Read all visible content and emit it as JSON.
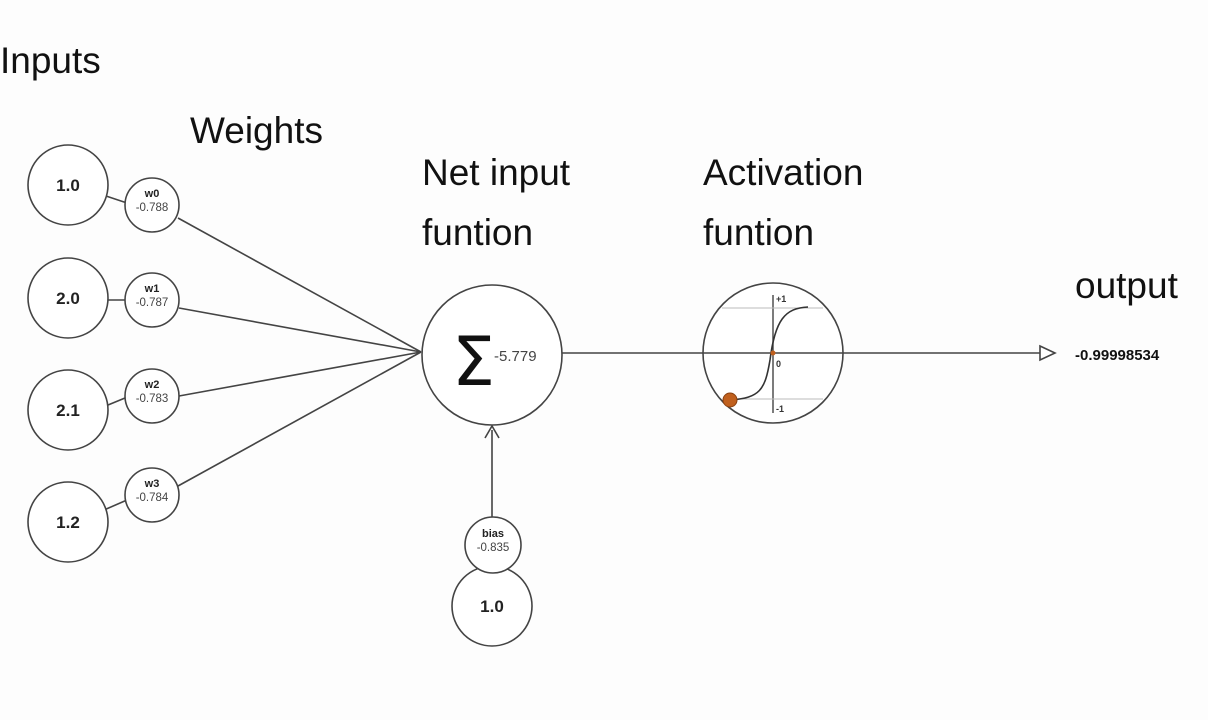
{
  "labels": {
    "inputs": "Inputs",
    "weights": "Weights",
    "net_input_line1": "Net input",
    "net_input_line2": "funtion",
    "activation_line1": "Activation",
    "activation_line2": "funtion",
    "output": "output"
  },
  "inputs": [
    "1.0",
    "2.0",
    "2.1",
    "1.2"
  ],
  "weights": [
    {
      "name": "w0",
      "value": "-0.788"
    },
    {
      "name": "w1",
      "value": "-0.787"
    },
    {
      "name": "w2",
      "value": "-0.783"
    },
    {
      "name": "w3",
      "value": "-0.784"
    }
  ],
  "bias": {
    "name": "bias",
    "value": "-0.835",
    "input": "1.0"
  },
  "net_input": {
    "symbol": "Σ",
    "value": "-5.779"
  },
  "activation_plot": {
    "top_label": "+1",
    "zero_label": "0",
    "bottom_label": "-1",
    "dot_color": "#c0601e"
  },
  "output_value": "-0.99998534"
}
